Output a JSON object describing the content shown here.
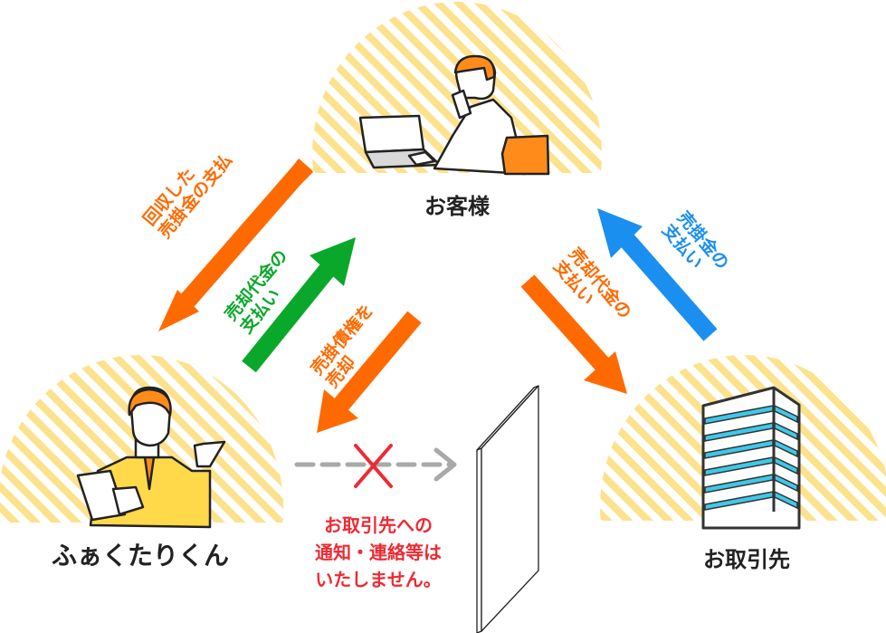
{
  "diagram": {
    "title": "factoring-flow",
    "colors": {
      "hatch": "#fde28d",
      "orange_arrow": "#ff6a00",
      "green_arrow": "#0aa82a",
      "blue_arrow": "#1a8ff0",
      "warning_red": "#ee2a33",
      "dashed_gray": "#a9a9a9",
      "window_blue": "#3ec8e8"
    },
    "nodes": {
      "customer": {
        "label": "お客様",
        "icon": "person-at-laptop-icon"
      },
      "fakutari": {
        "label": "ふぁくたりくん",
        "icon": "businessman-with-clipboard-icon"
      },
      "partner": {
        "label": "お取引先",
        "icon": "office-building-icon"
      }
    },
    "arrows": [
      {
        "id": "collected-payment",
        "from": "customer",
        "to": "fakutari",
        "lines": [
          "回収した",
          "売掛金の支払"
        ],
        "color": "orange"
      },
      {
        "id": "sale-price-payment-left",
        "from": "fakutari",
        "to": "customer",
        "lines": [
          "売却代金の",
          "支払い"
        ],
        "color": "green"
      },
      {
        "id": "sell-receivables",
        "from": "customer",
        "to": "fakutari",
        "lines": [
          "売掛債権を",
          "売却"
        ],
        "color": "orange"
      },
      {
        "id": "receivable-payment",
        "from": "partner",
        "to": "customer",
        "lines": [
          "売掛金の",
          "支払い"
        ],
        "color": "blue"
      },
      {
        "id": "sale-price-payment-right",
        "from": "customer",
        "to": "partner",
        "lines": [
          "売却代金の",
          "支払い"
        ],
        "color": "orange"
      }
    ],
    "blocked": {
      "icon": "cross-icon",
      "lines": [
        "お取引先への",
        "通知・連絡等は",
        "いたしません。"
      ]
    },
    "barrier": {
      "icon": "wall-panel-icon"
    }
  }
}
